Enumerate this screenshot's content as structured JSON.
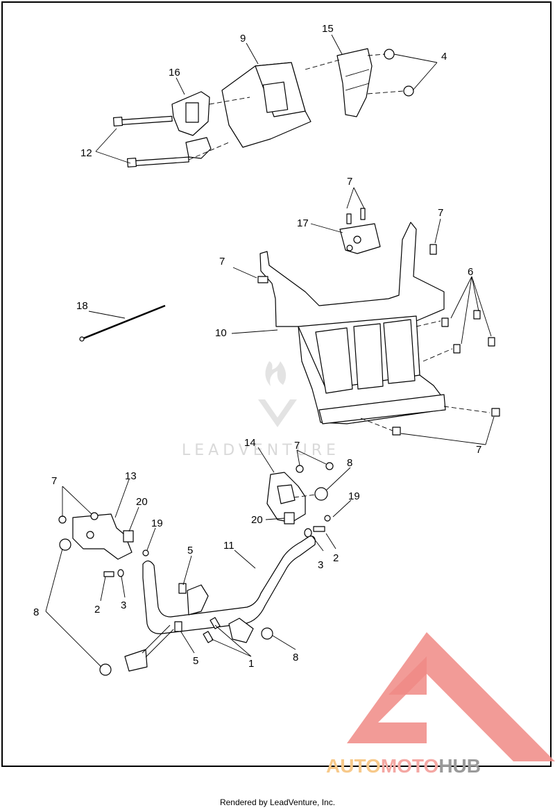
{
  "callouts": [
    {
      "id": "c1",
      "text": "1"
    },
    {
      "id": "c2a",
      "text": "2"
    },
    {
      "id": "c2b",
      "text": "2"
    },
    {
      "id": "c3a",
      "text": "3"
    },
    {
      "id": "c3b",
      "text": "3"
    },
    {
      "id": "c4",
      "text": "4"
    },
    {
      "id": "c5a",
      "text": "5"
    },
    {
      "id": "c5b",
      "text": "5"
    },
    {
      "id": "c6",
      "text": "6"
    },
    {
      "id": "c7a",
      "text": "7"
    },
    {
      "id": "c7b",
      "text": "7"
    },
    {
      "id": "c7c",
      "text": "7"
    },
    {
      "id": "c7d",
      "text": "7"
    },
    {
      "id": "c7e",
      "text": "7"
    },
    {
      "id": "c7f",
      "text": "7"
    },
    {
      "id": "c8a",
      "text": "8"
    },
    {
      "id": "c8b",
      "text": "8"
    },
    {
      "id": "c8c",
      "text": "8"
    },
    {
      "id": "c9",
      "text": "9"
    },
    {
      "id": "c10",
      "text": "10"
    },
    {
      "id": "c11",
      "text": "11"
    },
    {
      "id": "c12",
      "text": "12"
    },
    {
      "id": "c13",
      "text": "13"
    },
    {
      "id": "c14",
      "text": "14"
    },
    {
      "id": "c15",
      "text": "15"
    },
    {
      "id": "c16",
      "text": "16"
    },
    {
      "id": "c17",
      "text": "17"
    },
    {
      "id": "c18",
      "text": "18"
    },
    {
      "id": "c19a",
      "text": "19"
    },
    {
      "id": "c19b",
      "text": "19"
    },
    {
      "id": "c20a",
      "text": "20"
    },
    {
      "id": "c20b",
      "text": "20"
    }
  ],
  "watermark": {
    "text": "LEADVENTURE"
  },
  "brand": {
    "part1": "AUTO",
    "part2": "MOTO",
    "part3": "HUB"
  },
  "footer": {
    "text": "Rendered by LeadVenture, Inc."
  },
  "colors": {
    "brand_red": "#f08a85",
    "brand_orange": "#f7c98a",
    "brand_gray": "#9a9a9a",
    "watermark": "#d9d9d9"
  }
}
